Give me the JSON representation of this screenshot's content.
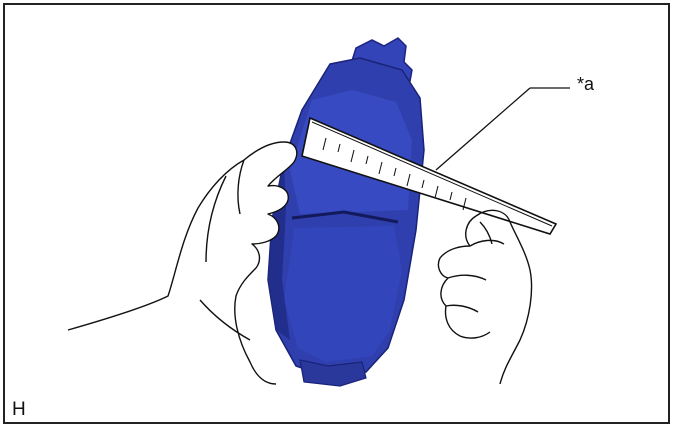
{
  "figure": {
    "callout_label": "*a",
    "corner_label": "H"
  },
  "colors": {
    "pad": "#2f3fae",
    "pad_dark": "#1f2a82",
    "pad_light": "#4b5ed0",
    "outline": "#111111"
  },
  "icons": {
    "ruler": "ruler-icon",
    "pad": "brake-pad-illustration"
  }
}
